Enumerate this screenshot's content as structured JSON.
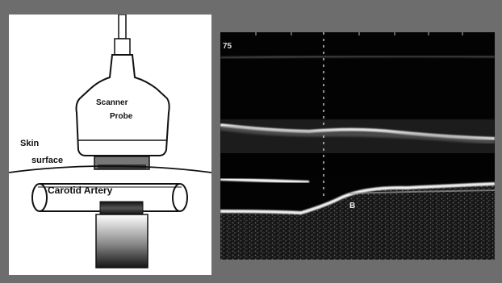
{
  "diagram": {
    "probe_label_line1": "Scanner",
    "probe_label_line2": "Probe",
    "skin_label_line1": "Skin",
    "skin_label_line2": "surface",
    "artery_label": "Carotid Artery"
  },
  "ultrasound": {
    "depth_marker": "75",
    "marker_letter": "B"
  },
  "colors": {
    "frame": "#6d6d6d",
    "ultrasound_background": "#030303",
    "echo": "#e8e8e8"
  }
}
